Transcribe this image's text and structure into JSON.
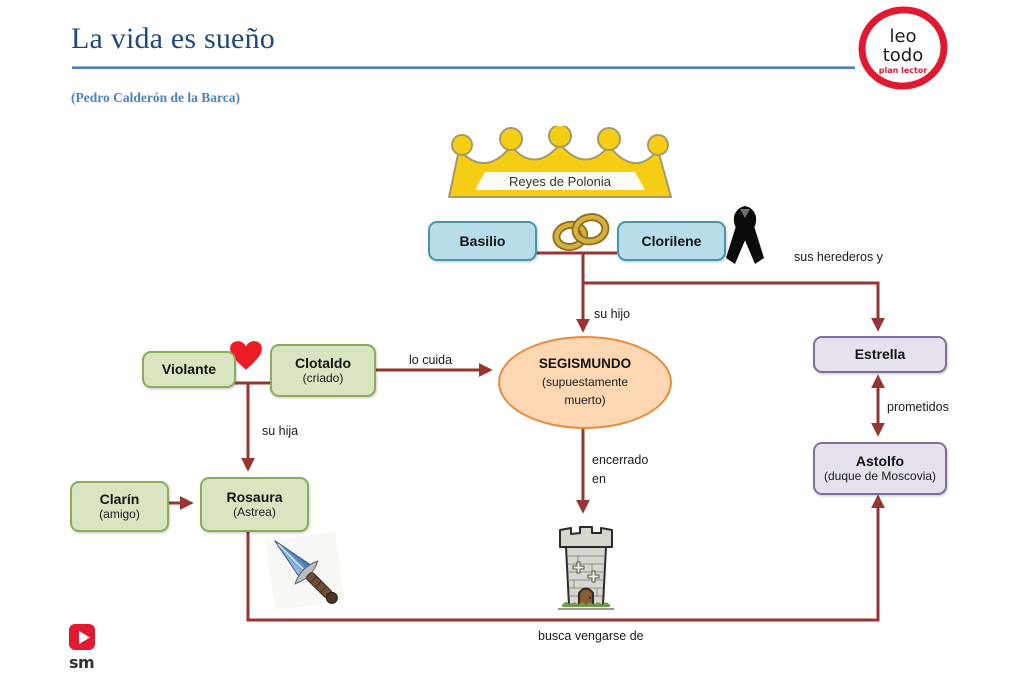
{
  "header": {
    "title": "La vida es sueño",
    "subtitle": "(Pedro Calderón de la Barca)"
  },
  "logo": {
    "line1": "leo",
    "line2": "todo",
    "tagline": "plan lector"
  },
  "crown": {
    "label": "Reyes de Polonia"
  },
  "nodes": {
    "basilio": {
      "label": "Basilio"
    },
    "clorilene": {
      "label": "Clorilene"
    },
    "violante": {
      "label": "Violante"
    },
    "clotaldo": {
      "label": "Clotaldo",
      "sub": "(criado)"
    },
    "segismundo": {
      "label": "SEGISMUNDO",
      "sub": "(supuestamente muerto)"
    },
    "clarin": {
      "label": "Clarín",
      "sub": "(amigo)"
    },
    "rosaura": {
      "label": "Rosaura",
      "sub": "(Astrea)"
    },
    "estrella": {
      "label": "Estrella"
    },
    "astolfo": {
      "label": "Astolfo",
      "sub": "(duque de Moscovia)"
    }
  },
  "edges": {
    "su_hijo": "su hijo",
    "sus_herederos": "sus herederos y",
    "lo_cuida": "lo cuida",
    "su_hija": "su hija",
    "encerrado_1": "encerrado",
    "encerrado_2": "en",
    "prometidos": "prometidos",
    "busca_vengarse": "busca vengarse de"
  },
  "publisher": {
    "name": "sm"
  },
  "icons": [
    "crown-icon",
    "wedding-rings-icon",
    "mourning-ribbon-icon",
    "heart-icon",
    "dagger-icon",
    "tower-icon",
    "leo-todo-logo",
    "sm-logo"
  ],
  "colors": {
    "connector": "#963634",
    "title_blue": "#1f497d",
    "accent_blue": "#4f81bd",
    "royal_fill": "#b7dee8",
    "royal_border": "#4596ad",
    "family_fill": "#d9e5c1",
    "family_border": "#8aab5a",
    "noble_fill": "#e6e1ed",
    "noble_border": "#7d6e9c",
    "segismundo_fill": "#fcd7b2",
    "segismundo_border": "#e78b3f",
    "crown_gold": "#f5ce13",
    "heart_red": "#ed1c24",
    "logo_red": "#e01931"
  }
}
